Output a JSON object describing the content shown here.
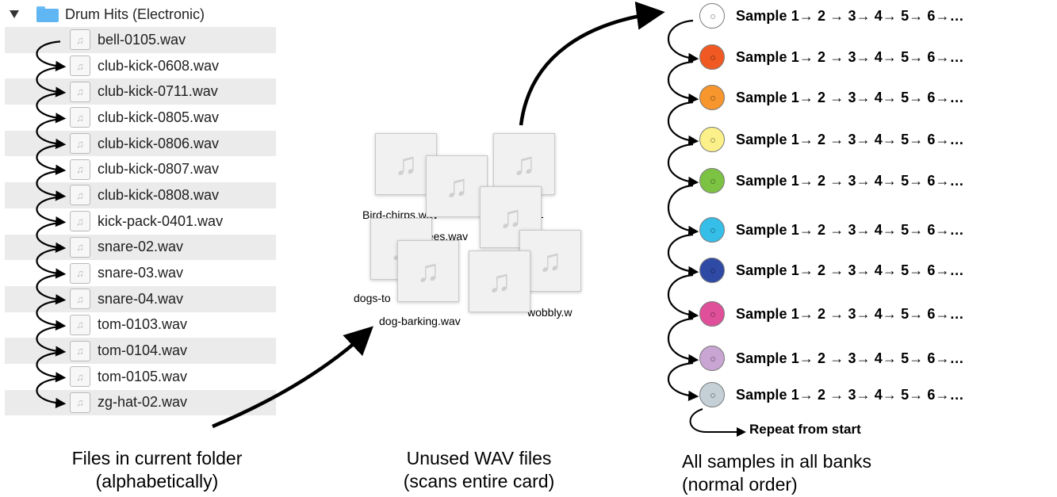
{
  "folder": {
    "name": "Drum Hits (Electronic)",
    "disclosure_icon": "triangle-down-icon",
    "folder_icon": "folder-icon",
    "files": [
      "bell-0105.wav",
      "club-kick-0608.wav",
      "club-kick-0711.wav",
      "club-kick-0805.wav",
      "club-kick-0806.wav",
      "club-kick-0807.wav",
      "club-kick-0808.wav",
      "kick-pack-0401.wav",
      "snare-02.wav",
      "snare-03.wav",
      "snare-04.wav",
      "tom-0103.wav",
      "tom-0104.wav",
      "tom-0105.wav",
      "zg-hat-02.wav"
    ],
    "file_icon": "audio-file-icon"
  },
  "unused_wavs": {
    "tile_icon": "music-note-icon",
    "labels": [
      "Bird-chirps.wav",
      "bees.wav",
      "dogs-to",
      "wobbly.w",
      "dog-barking.wav",
      "-"
    ]
  },
  "banks": {
    "chain_text": "Sample 1→ 2 → 3→ 4→ 5→ 6→…",
    "pad_colors": [
      "#ffffff",
      "#f05a22",
      "#f7962d",
      "#fbf08a",
      "#7cc243",
      "#35bfe8",
      "#2f4aa5",
      "#e0509a",
      "#c8a5d2",
      "#c4cfd6"
    ],
    "repeat_label": "Repeat from start"
  },
  "captions": {
    "left_line1": "Files in current folder",
    "left_line2": "(alphabetically)",
    "middle_line1": "Unused WAV files",
    "middle_line2": "(scans entire card)",
    "right_line1": "All samples in all banks",
    "right_line2": "(normal order)"
  }
}
